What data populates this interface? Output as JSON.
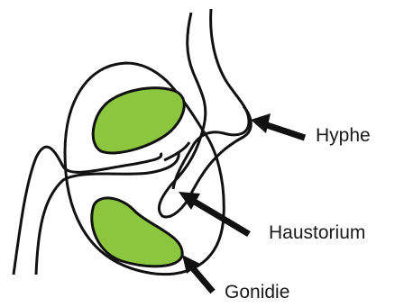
{
  "labels": {
    "hyphe": "Hyphe",
    "haustorium": "Haustorium",
    "gonidie": "Gonidie"
  },
  "colors": {
    "outline": "#111111",
    "cell_fill": "#8cc63f",
    "arrow": "#111111",
    "background": "#ffffff"
  }
}
